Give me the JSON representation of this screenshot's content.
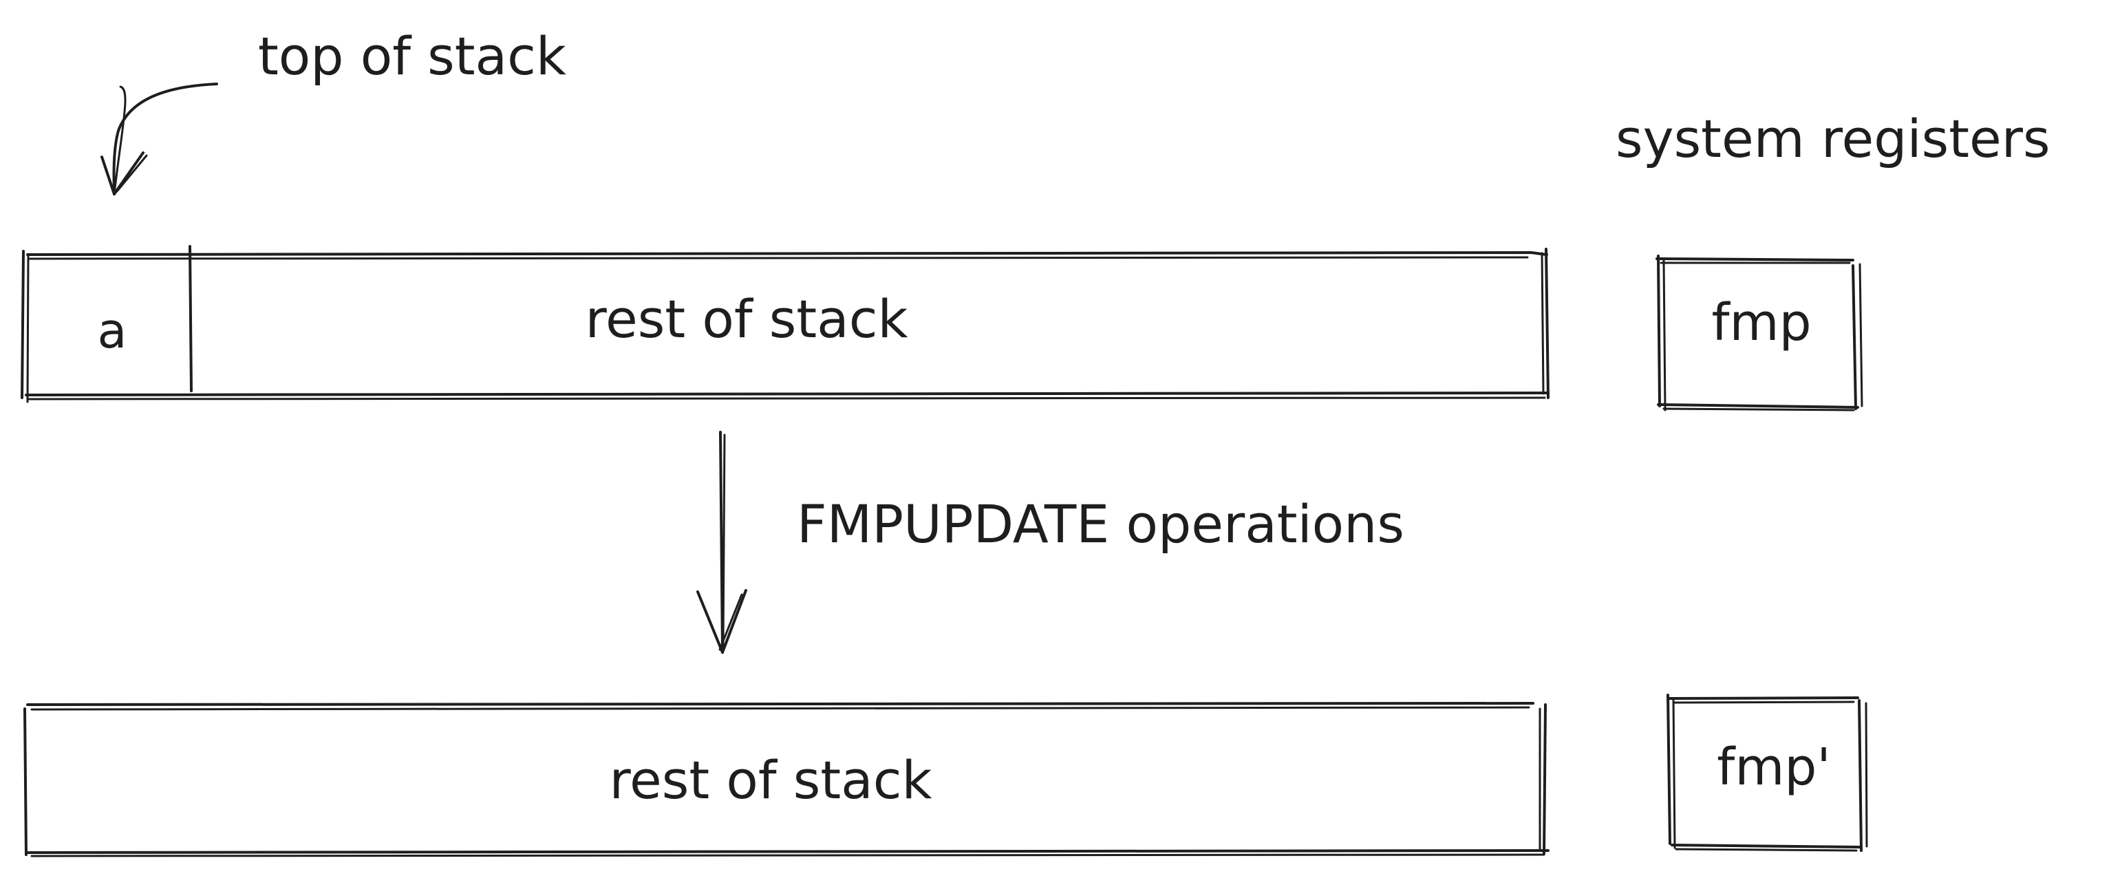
{
  "labels": {
    "top_of_stack": "top of stack",
    "system_registers": "system registers",
    "operation": "FMPUPDATE operations"
  },
  "stack_before": {
    "top_cell": "a",
    "rest": "rest of stack"
  },
  "register_before": "fmp",
  "stack_after": {
    "rest": "rest of stack"
  },
  "register_after": "fmp'"
}
